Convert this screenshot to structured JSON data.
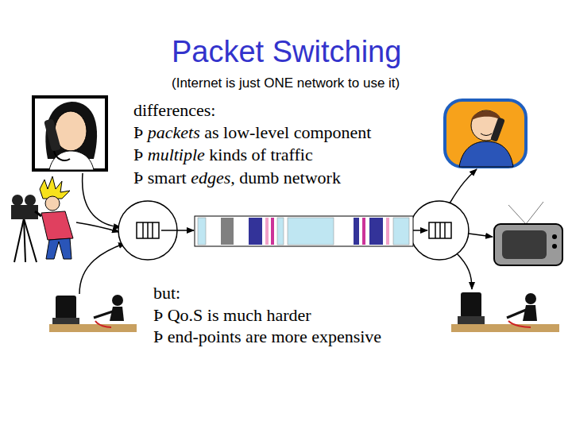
{
  "diagram": {
    "title": "Packet Switching",
    "labels": [
      "(Internet is just ONE network to use it)",
      "differences:",
      "Þ packets as low-level component",
      "Þ multiple kinds of traffic",
      "Þ smart edges, dumb network",
      "but:",
      "Þ Qo.S is much harder",
      "Þ end-points are more expensive"
    ]
  }
}
